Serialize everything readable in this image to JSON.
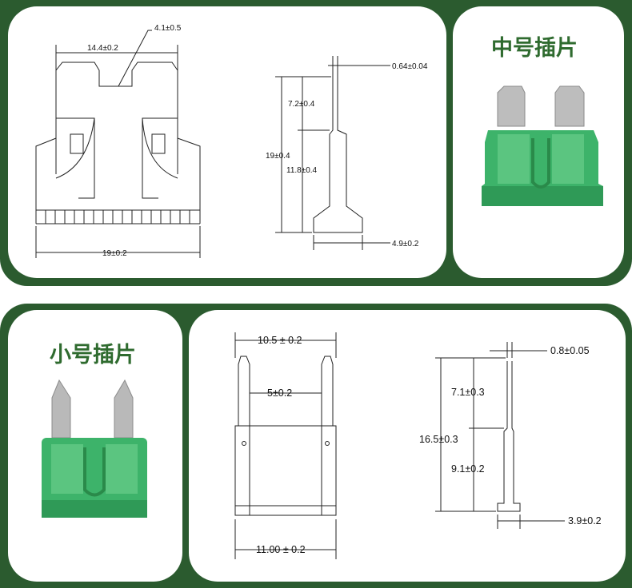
{
  "colors": {
    "band": "#2b5b2f",
    "title": "#2f6b2f",
    "fuse_green": "#3db36a",
    "blade_metal": "#b9b9b9"
  },
  "medium_fuse": {
    "title": "中号插片",
    "front_view": {
      "top_width": "14.4±0.2",
      "neck_width": "4.1±0.5",
      "bottom_width": "19±0.2"
    },
    "side_view": {
      "thickness": "0.64±0.04",
      "upper_length": "7.2±0.4",
      "total_height": "19±0.4",
      "lower_length": "11.8±0.4",
      "base_width": "4.9±0.2"
    }
  },
  "mini_fuse": {
    "title": "小号插片",
    "front_view": {
      "outer_width": "10.5 ± 0.2",
      "gap_width": "5±0.2",
      "body_width": "11.00 ± 0.2"
    },
    "side_view": {
      "thickness": "0.8±0.05",
      "upper_length": "7.1±0.3",
      "total_height": "16.5±0.3",
      "lower_length": "9.1±0.2",
      "base_width": "3.9±0.2"
    }
  }
}
